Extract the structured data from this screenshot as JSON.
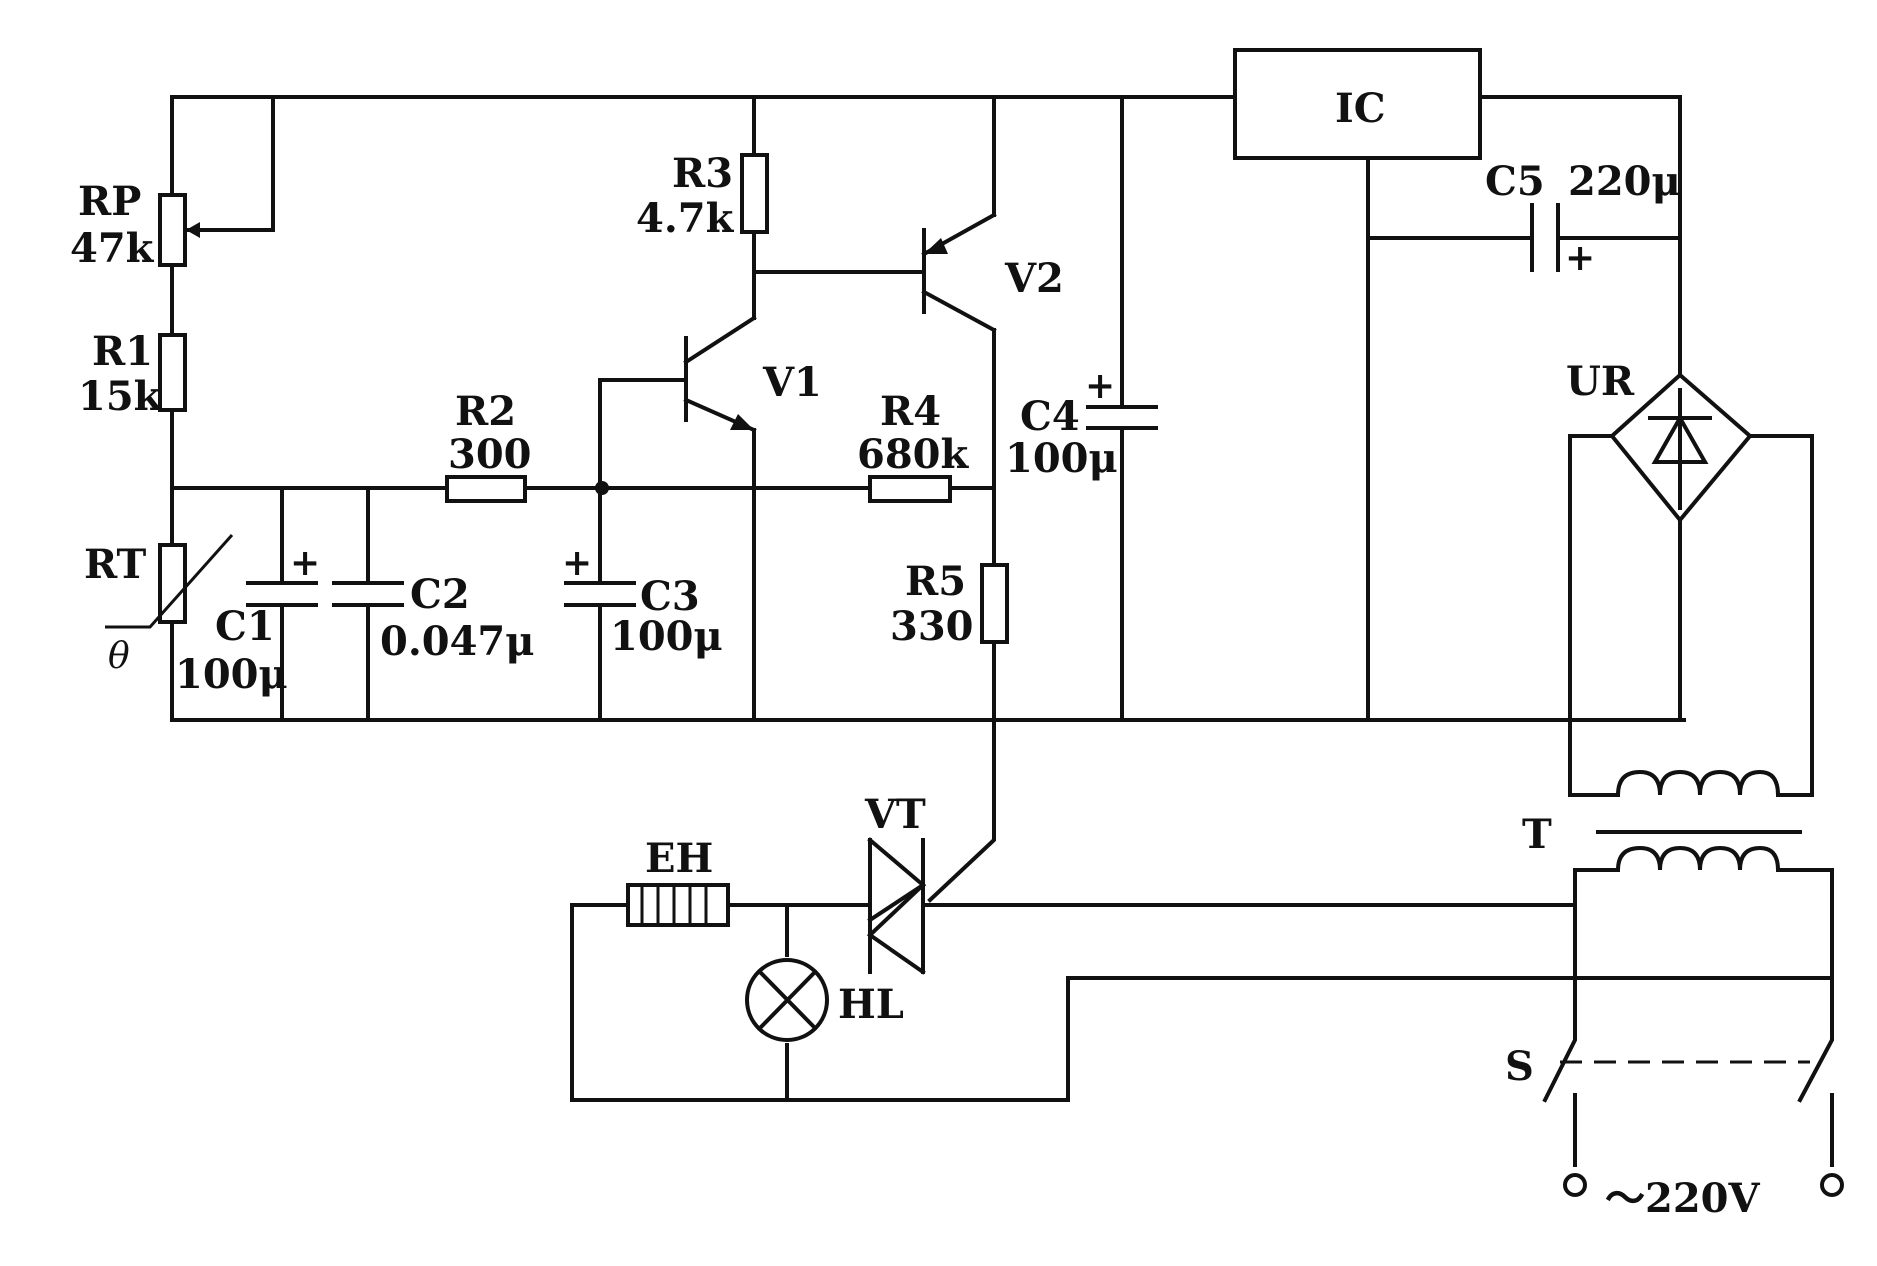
{
  "labels": {
    "ic": "IC",
    "rp": "RP",
    "rp_val": "47k",
    "r1": "R1",
    "r1_val": "15k",
    "rt": "RT",
    "theta": "θ",
    "c1": "C1",
    "c1_val": "100μ",
    "c2": "C2",
    "c2_val": "0.047μ",
    "r2": "R2",
    "r2_val": "300",
    "c3": "C3",
    "c3_val": "100μ",
    "r3": "R3",
    "r3_val": "4.7k",
    "v1": "V1",
    "v2": "V2",
    "r4": "R4",
    "r4_val": "680k",
    "r5": "R5",
    "r5_val": "330",
    "c4": "C4",
    "c4_val": "100μ",
    "c5": "C5",
    "c5_val": "220μ",
    "ur": "UR",
    "t": "T",
    "vt": "VT",
    "eh": "EH",
    "hl": "HL",
    "s": "S",
    "mains": "～220V",
    "plus": "+"
  }
}
